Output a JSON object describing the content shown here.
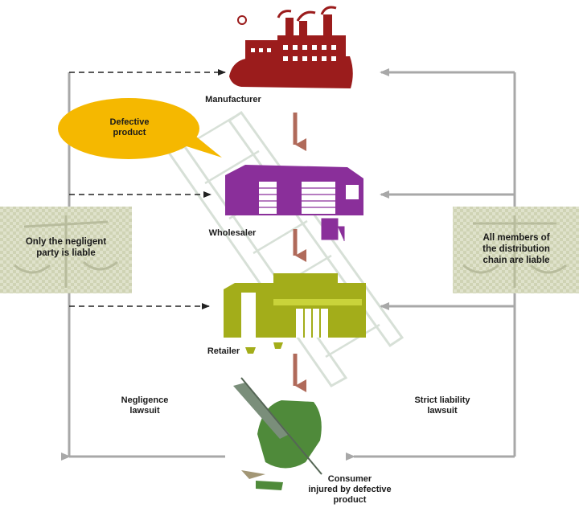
{
  "nodes": {
    "manufacturer": "Manufacturer",
    "wholesaler": "Wholesaler",
    "retailer": "Retailer",
    "consumer": "Consumer\ninjured by defective\nproduct"
  },
  "callout": {
    "text": "Defective\nproduct",
    "color": "#f5b800"
  },
  "left_panel": {
    "scale_text": "Only the negligent\nparty is liable",
    "lawsuit_text": "Negligence\nlawsuit"
  },
  "right_panel": {
    "scale_text": "All members of\nthe distribution\nchain are liable",
    "lawsuit_text": "Strict liability\nlawsuit"
  },
  "colors": {
    "manufacturer": "#9b1c1c",
    "wholesaler": "#8a2f9a",
    "retailer": "#a3ad1a",
    "consumer": "#4f8a3a",
    "flow_arrow": "#b06a5a",
    "dashed_arrow": "#222222",
    "gray_arrow": "#a8a8a8",
    "scale_bg": "#d9dcc2"
  }
}
